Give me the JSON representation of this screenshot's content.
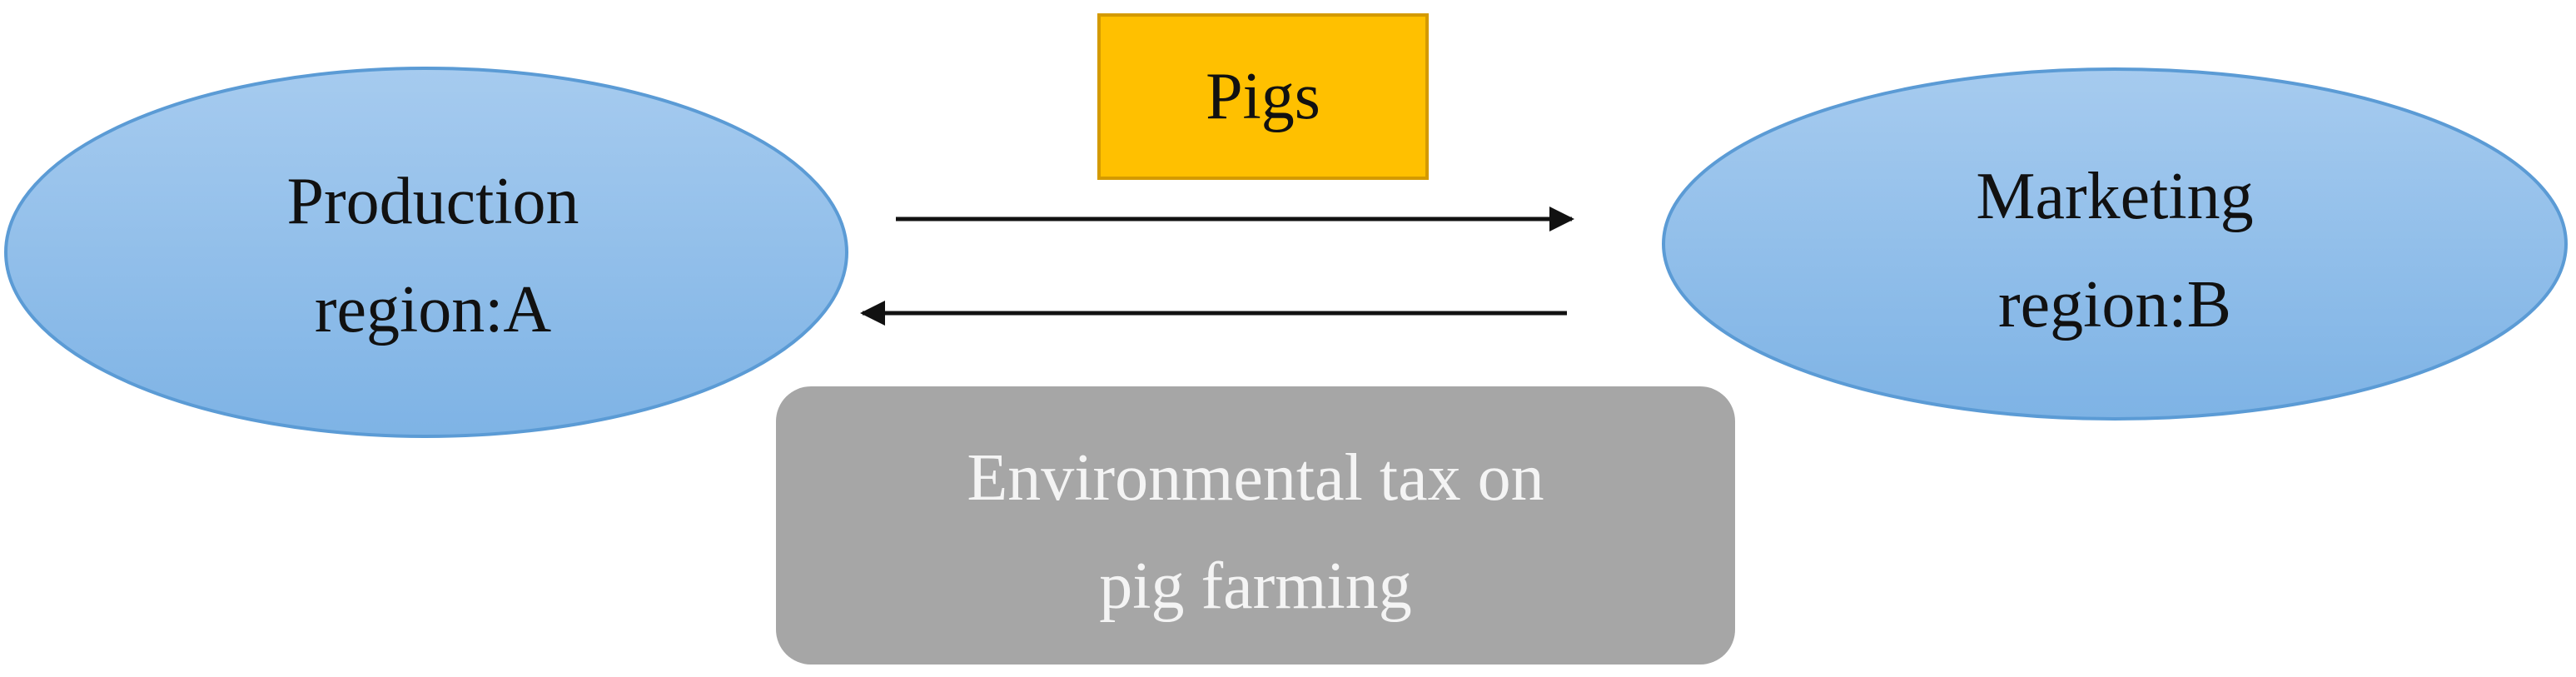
{
  "nodes": {
    "production": {
      "line1": "Production",
      "line2": "region:A"
    },
    "marketing": {
      "line1": "Marketing",
      "line2": "region:B"
    },
    "pigs": {
      "label": "Pigs"
    },
    "tax": {
      "line1": "Environmental tax on",
      "line2": "pig farming"
    }
  },
  "colors": {
    "ellipse_fill_top": "#a6cbef",
    "ellipse_fill_bottom": "#7eb3e5",
    "ellipse_stroke": "#5b9bd5",
    "pigs_fill": "#ffc000",
    "pigs_stroke": "#d49a00",
    "tax_fill": "#a6a6a6",
    "arrow": "#111111"
  }
}
